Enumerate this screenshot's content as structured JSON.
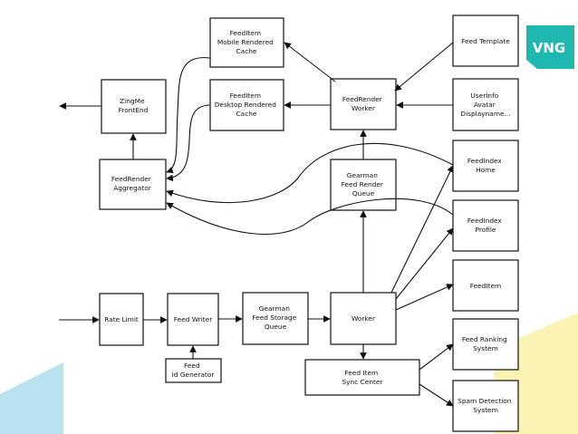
{
  "brand": {
    "logo_text": "VNG",
    "logo_color": "#1fb8b0",
    "decor_left_color": "#b9e3ef",
    "decor_right_color": "#fbf3b4"
  },
  "nodes": {
    "mobile_cache": [
      "FeedItem",
      "Mobile Rendered",
      "Cache"
    ],
    "desktop_cache": [
      "FeedItem",
      "Desktop Rendered",
      "Cache"
    ],
    "zingme": [
      "ZingMe",
      "FrontEnd"
    ],
    "aggregator": [
      "FeedRender",
      "Aggregator"
    ],
    "render_worker": [
      "FeedRender",
      "Worker"
    ],
    "feed_template": [
      "Feed Template"
    ],
    "userinfo": [
      "UserInfo",
      "Avatar",
      "Displayname..."
    ],
    "gearman_render": [
      "Gearman",
      "Feed Render",
      "Queue"
    ],
    "feedindex_home": [
      "FeedIndex",
      "Home"
    ],
    "feedindex_profile": [
      "FeedIndex",
      "Profile"
    ],
    "feeditem": [
      "FeedItem"
    ],
    "rate_limit": [
      "Rate Limit"
    ],
    "feed_writer": [
      "Feed Writer"
    ],
    "gearman_storage": [
      "Gearman",
      "Feed Storage",
      "Queue"
    ],
    "worker": [
      "Worker"
    ],
    "id_generator": [
      "Feed",
      "Id Generator"
    ],
    "sync_center": [
      "Feed Item",
      "Sync Center"
    ],
    "ranking": [
      "Feed Ranking",
      "System"
    ],
    "spam": [
      "Spam Detection",
      "System"
    ]
  }
}
